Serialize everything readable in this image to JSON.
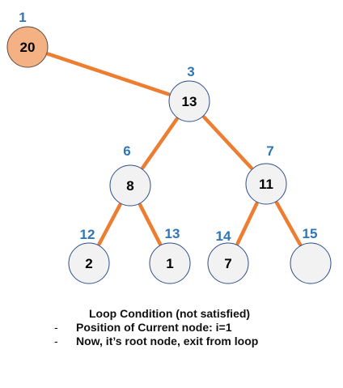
{
  "colors": {
    "edge": "#ED7D31",
    "node_fill": "#F2F2F2",
    "node_stroke": "#2F4E8C",
    "highlight_fill": "#F4B183",
    "highlight_stroke": "#5B4A3F",
    "index_label": "#2E75B6"
  },
  "nodes": [
    {
      "id": "n1",
      "value": "20",
      "index": "1",
      "highlighted": true
    },
    {
      "id": "n3",
      "value": "13",
      "index": "3",
      "highlighted": false
    },
    {
      "id": "n6",
      "value": "8",
      "index": "6",
      "highlighted": false
    },
    {
      "id": "n7",
      "value": "11",
      "index": "7",
      "highlighted": false
    },
    {
      "id": "n12",
      "value": "2",
      "index": "12",
      "highlighted": false
    },
    {
      "id": "n13",
      "value": "1",
      "index": "13",
      "highlighted": false
    },
    {
      "id": "n14",
      "value": "7",
      "index": "14",
      "highlighted": false
    },
    {
      "id": "n15",
      "value": "",
      "index": "15",
      "highlighted": false
    }
  ],
  "edges": [
    {
      "from": "n1",
      "to": "n3"
    },
    {
      "from": "n3",
      "to": "n6"
    },
    {
      "from": "n3",
      "to": "n7"
    },
    {
      "from": "n6",
      "to": "n12"
    },
    {
      "from": "n6",
      "to": "n13"
    },
    {
      "from": "n7",
      "to": "n14"
    },
    {
      "from": "n7",
      "to": "n15"
    }
  ],
  "caption": {
    "title": "Loop Condition (not satisfied)",
    "items": [
      "Position of Current node: i=1",
      "Now, it’s root node, exit from loop"
    ],
    "bullet": "-"
  }
}
